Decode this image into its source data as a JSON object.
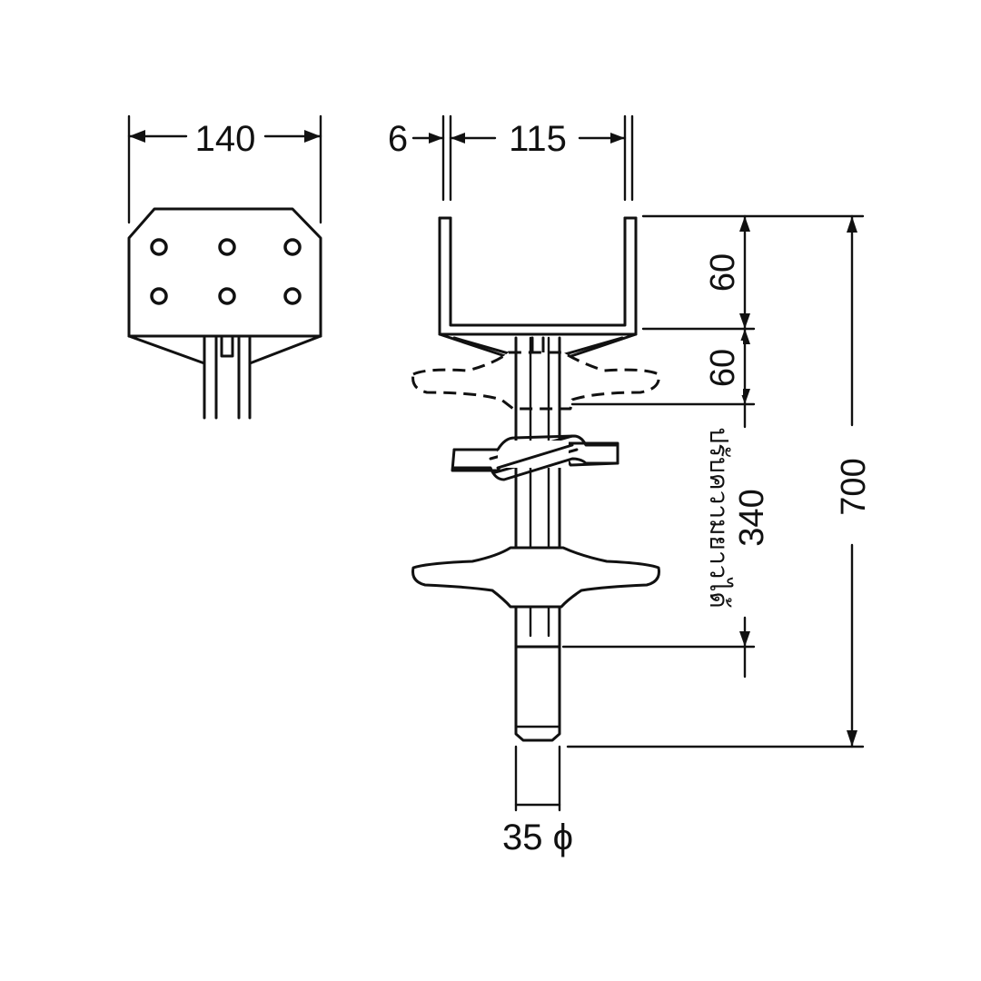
{
  "dimensions": {
    "plate_width": "140",
    "wall_thickness": "6",
    "inner_width": "115",
    "upper_segment": "60",
    "lower_segment": "60",
    "overall_height": "700",
    "adjustable_length": "340",
    "rod_diameter": "35 ϕ"
  },
  "notes": {
    "adjustable": "ปรับความยาวได้"
  },
  "colors": {
    "line": "#111111",
    "background": "#ffffff"
  }
}
